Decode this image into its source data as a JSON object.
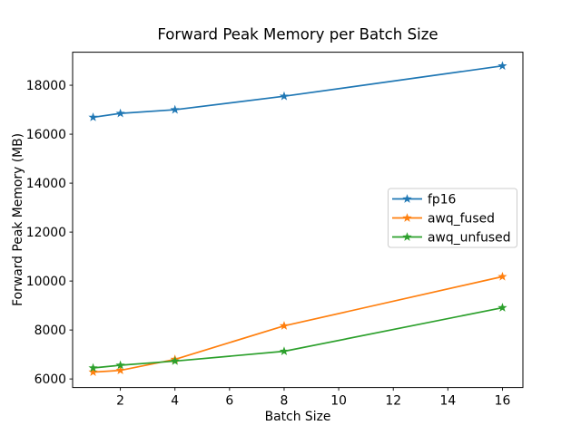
{
  "chart_data": {
    "type": "line",
    "title": "Forward Peak Memory per Batch Size",
    "xlabel": "Batch Size",
    "ylabel": "Forward Peak Memory (MB)",
    "x": [
      1,
      2,
      4,
      8,
      16
    ],
    "series": [
      {
        "name": "fp16",
        "color": "#1f77b4",
        "values": [
          16690,
          16850,
          17000,
          17550,
          18790
        ]
      },
      {
        "name": "awq_fused",
        "color": "#ff7f0e",
        "values": [
          6280,
          6350,
          6800,
          8170,
          10180
        ]
      },
      {
        "name": "awq_unfused",
        "color": "#2ca02c",
        "values": [
          6450,
          6560,
          6730,
          7130,
          8910
        ]
      }
    ],
    "xlim": [
      0.25,
      16.75
    ],
    "ylim": [
      5650,
      19350
    ],
    "xticks": [
      2,
      4,
      6,
      8,
      10,
      12,
      14,
      16
    ],
    "yticks": [
      6000,
      8000,
      10000,
      12000,
      14000,
      16000,
      18000
    ],
    "grid": false,
    "marker": "star",
    "legend": {
      "location": "center right",
      "labels": [
        "fp16",
        "awq_fused",
        "awq_unfused"
      ]
    },
    "colors": {
      "background": "#ffffff",
      "spine": "#000000",
      "legend_border": "#cccccc",
      "legend_background": "#ffffff"
    }
  }
}
